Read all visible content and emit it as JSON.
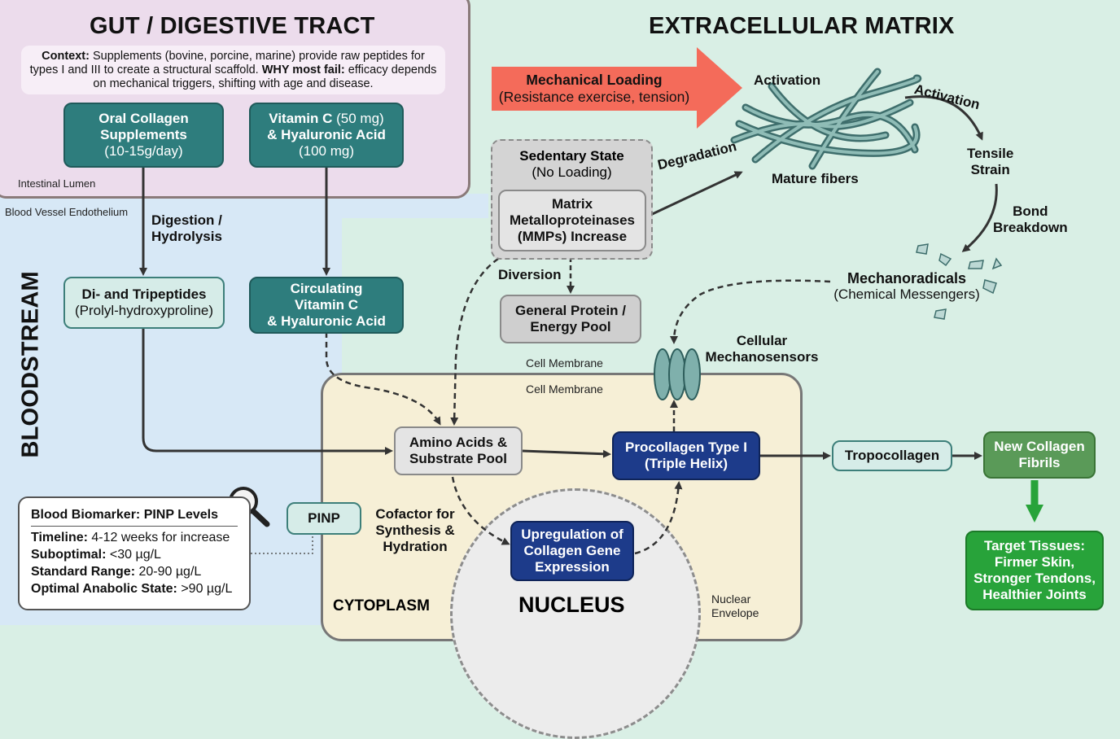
{
  "titles": {
    "gut": "GUT / DIGESTIVE TRACT",
    "ecm": "EXTRACELLULAR MATRIX",
    "blood": "BLOODSTREAM",
    "cytoplasm": "CYTOPLASM",
    "nucleus": "NUCLEUS"
  },
  "context": {
    "label": "Context:",
    "text1": " Supplements (bovine, porcine, marine) provide raw peptides for types I and III to create a structural scaffold. ",
    "fail_label": "WHY most fail:",
    "text2": " efficacy depends on mechanical triggers, shifting with age and disease."
  },
  "regions": {
    "intestinal_lumen": "Intestinal Lumen",
    "endothelium": "Blood Vessel Endothelium",
    "cell_membrane_outer": "Cell Membrane",
    "cell_membrane_inner": "Cell Membrane",
    "nuclear_envelope_1": "Nuclear",
    "nuclear_envelope_2": "Envelope"
  },
  "nodes": {
    "oral": {
      "l1": "Oral Collagen",
      "l2": "Supplements",
      "l3": "(10-15g/day)"
    },
    "vitc": {
      "l1a": "Vitamin C",
      "l1b": " (50 mg)",
      "l2": "& Hyaluronic Acid",
      "l3": "(100 mg)"
    },
    "peptides": {
      "l1": "Di- and Tripeptides",
      "l2": "(Prolyl-hydroxyproline)"
    },
    "circ": {
      "l1": "Circulating",
      "l2": "Vitamin C",
      "l3": "& Hyaluronic Acid"
    },
    "sedentary": {
      "l1": "Sedentary State",
      "l2": "(No Loading)"
    },
    "mmp": {
      "l1": "Matrix",
      "l2": "Metalloproteinases",
      "l3": "(MMPs) Increase"
    },
    "energy": {
      "l1": "General Protein /",
      "l2": "Energy Pool"
    },
    "amino": {
      "l1": "Amino Acids &",
      "l2": "Substrate Pool"
    },
    "procollagen": {
      "l1": "Procollagen Type I",
      "l2": "(Triple Helix)"
    },
    "tropo": {
      "l1": "Tropocollagen"
    },
    "fibrils": {
      "l1": "New Collagen",
      "l2": "Fibrils"
    },
    "targets": {
      "l1": "Target Tissues:",
      "l2": "Firmer Skin,",
      "l3": "Stronger Tendons,",
      "l4": "Healthier Joints"
    },
    "upreg": {
      "l1": "Upregulation of",
      "l2": "Collagen Gene",
      "l3": "Expression"
    },
    "pinp": {
      "l1": "PINP"
    },
    "loading": {
      "l1": "Mechanical Loading",
      "l2": "(Resistance exercise, tension)"
    }
  },
  "labels": {
    "digestion1": "Digestion /",
    "digestion2": "Hydrolysis",
    "diversion": "Diversion",
    "degradation": "Degradation",
    "activation_fibers": "Activation",
    "activation_arrow": "Activation",
    "mature": "Mature fibers",
    "tensile1": "Tensile",
    "tensile2": "Strain",
    "bond1": "Bond",
    "bond2": "Breakdown",
    "mechanoradicals": "Mechanoradicals",
    "messengers": "(Chemical Messengers)",
    "mechanosensors1": "Cellular",
    "mechanosensors2": "Mechanosensors",
    "cofactor1": "Cofactor for",
    "cofactor2": "Synthesis &",
    "cofactor3": "Hydration"
  },
  "biomarker": {
    "title": "Blood Biomarker: PINP Levels",
    "rows": [
      {
        "k": "Timeline:",
        "v": " 4-12 weeks for increase"
      },
      {
        "k": "Suboptimal:",
        "v": " <30 µg/L"
      },
      {
        "k": "Standard Range:",
        "v": " 20-90 µg/L"
      },
      {
        "k": "Optimal Anabolic State:",
        "v": " >90 µg/L"
      }
    ]
  },
  "icons": {
    "search": "magnifier-icon",
    "receptor": "mechanosensor-icon",
    "fibers": "collagen-fibers-icon",
    "fragments": "fragment-icon"
  },
  "colors": {
    "teal": "#2e7d7d",
    "navy": "#1d3b8a",
    "loading_arrow": "#f46b5a",
    "green": "#5a9a58",
    "bright_green": "#28a33a"
  }
}
